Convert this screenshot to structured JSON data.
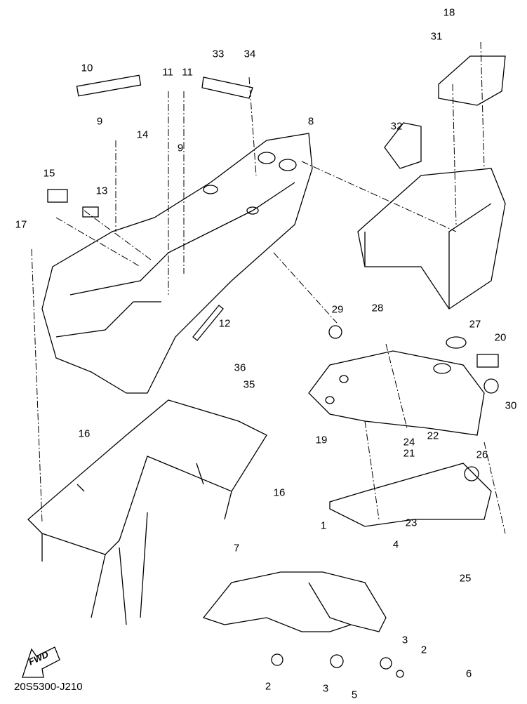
{
  "diagram_code": "20S5300-J210",
  "direction_marker": "FWD",
  "callouts": [
    "18",
    "31",
    "33",
    "34",
    "10",
    "11",
    "11",
    "32",
    "9",
    "14",
    "8",
    "9",
    "15",
    "13",
    "17",
    "12",
    "29",
    "28",
    "27",
    "20",
    "36",
    "35",
    "30",
    "16",
    "19",
    "22",
    "21",
    "24",
    "26",
    "16",
    "23",
    "1",
    "7",
    "4",
    "25",
    "3",
    "2",
    "3",
    "2",
    "5",
    "6"
  ]
}
